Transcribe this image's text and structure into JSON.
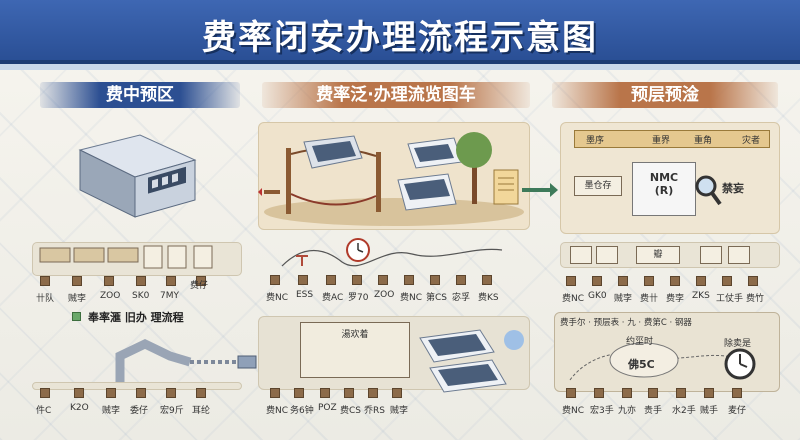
{
  "title": "费率闭安办理流程示意图",
  "sections": {
    "left": "费中预区",
    "middle": "费率泛·办理流览图车",
    "right": "预层预淦"
  },
  "left_row1_labels": [
    "卄队",
    "贼孛",
    "ZOO",
    "SK0",
    "7MY",
    "费仔"
  ],
  "left_sub_title": "奉率滙 旧办 理流程",
  "left_row2_labels": [
    "件C",
    "K2O",
    "贼孛",
    "委仔",
    "宏9斤",
    "耳纶"
  ],
  "mid_row1_labels": [
    "费NC",
    "ESS",
    "费AC",
    "罗70",
    "ZOO",
    "费NC",
    "第CS",
    "宓孚",
    "费KS"
  ],
  "mid_row2_labels": [
    "费NC",
    "务6钟",
    "POZ",
    "费CS",
    "乔RS",
    "贼孛"
  ],
  "mid_card_label": "湯欢着",
  "right_top": {
    "banner": [
      "墨序",
      "重界",
      "重角",
      "灾者"
    ],
    "left_box": "墨仓存",
    "device": "NMC\n(R)",
    "right_box": "禁妄"
  },
  "right_row1_labels": [
    "费NC",
    "GK0",
    "贼孛",
    "费卄",
    "费孛",
    "ZKS",
    "工仗手",
    "费竹"
  ],
  "right_mid_box": "瓣",
  "right_bottom": {
    "header": "费手尔 · 预层表 · 九 · 费第C · 钢器",
    "circle_label": "约坙时",
    "inner_label": "佛5C",
    "clock_label": "除卖是"
  },
  "right_row2_labels": [
    "费NC",
    "宏3手",
    "九亦",
    "贵手",
    "水2手",
    "贼手",
    "麦仔"
  ]
}
